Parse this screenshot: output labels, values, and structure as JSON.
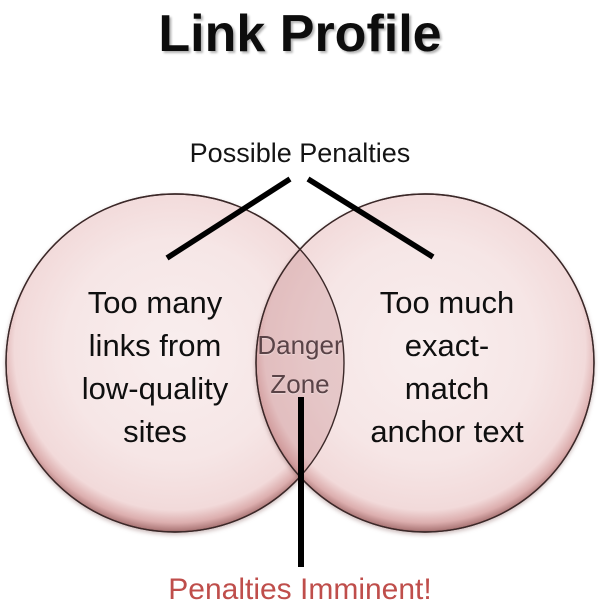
{
  "title": "Link Profile",
  "callouts": {
    "top_label": "Possible Penalties",
    "bottom_label": "Penalties Imminent!"
  },
  "venn": {
    "left_circle": {
      "lines": [
        "Too many",
        "links from",
        "low-quality",
        "sites"
      ]
    },
    "right_circle": {
      "lines": [
        "Too much",
        "exact-",
        "match",
        "anchor text"
      ]
    },
    "overlap": {
      "lines": [
        "Danger",
        "Zone"
      ]
    }
  },
  "colors": {
    "background": "#ffffff",
    "circle_fill": "#f6e6e6",
    "circle_rim": "#c2908f",
    "circle_outline": "#3b2828",
    "overlap_overlay": "rgba(186,119,121,0.28)",
    "danger_text": "#5a4347",
    "warning_text": "#bf4e4b",
    "leader_line": "#000000",
    "title_text": "#0d0d0d"
  }
}
